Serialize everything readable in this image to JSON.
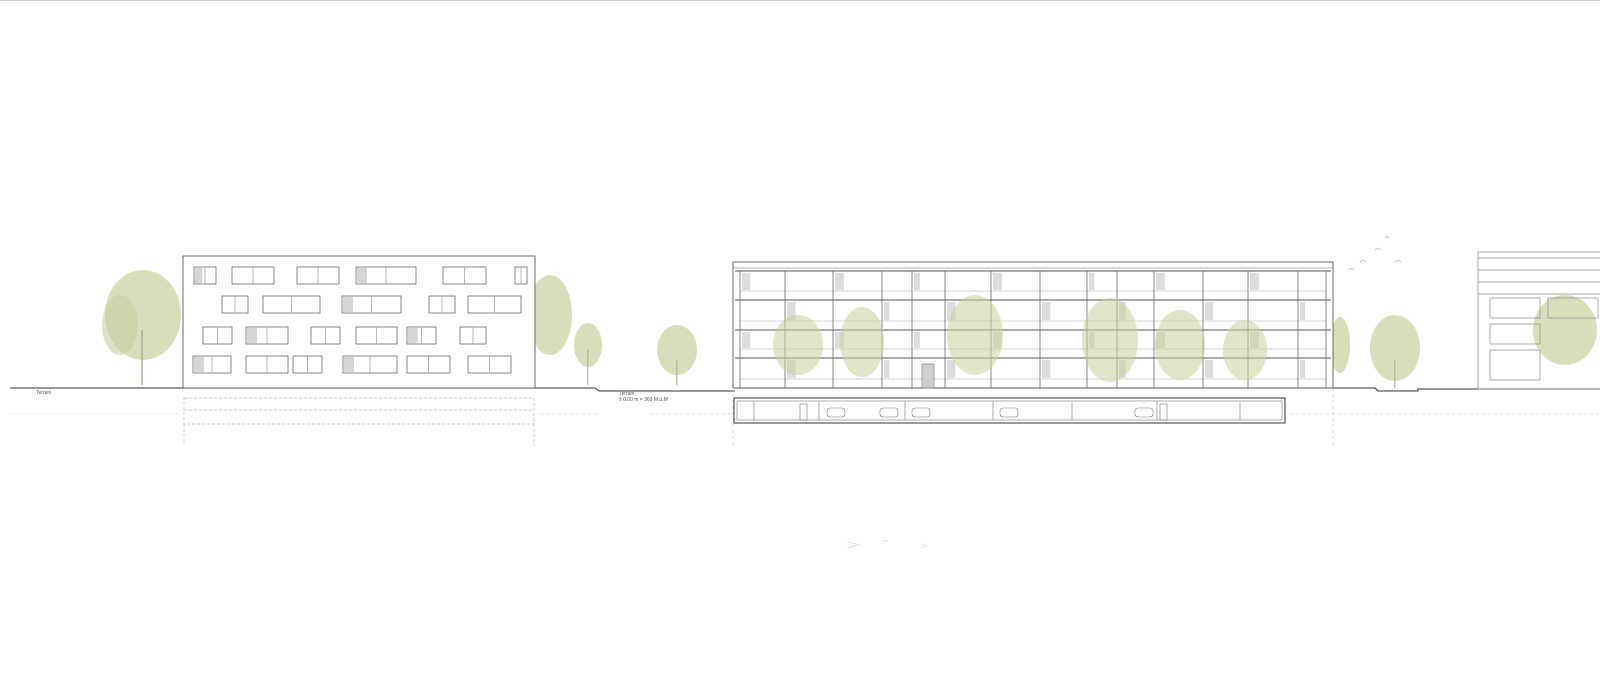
{
  "drawing": {
    "labels": {
      "terrain_left": "Terrain",
      "terrain_center": "Terrain",
      "level_center": "± 0.00 m = 369 M.ü.M"
    },
    "colors": {
      "background": "#ffffff",
      "line": "#333333",
      "light_line": "#9a9a9a",
      "dashed_line": "#c4c4c4",
      "tree_fill": "#c9cf9f",
      "glazing_fill": "#d6d6d6"
    }
  }
}
